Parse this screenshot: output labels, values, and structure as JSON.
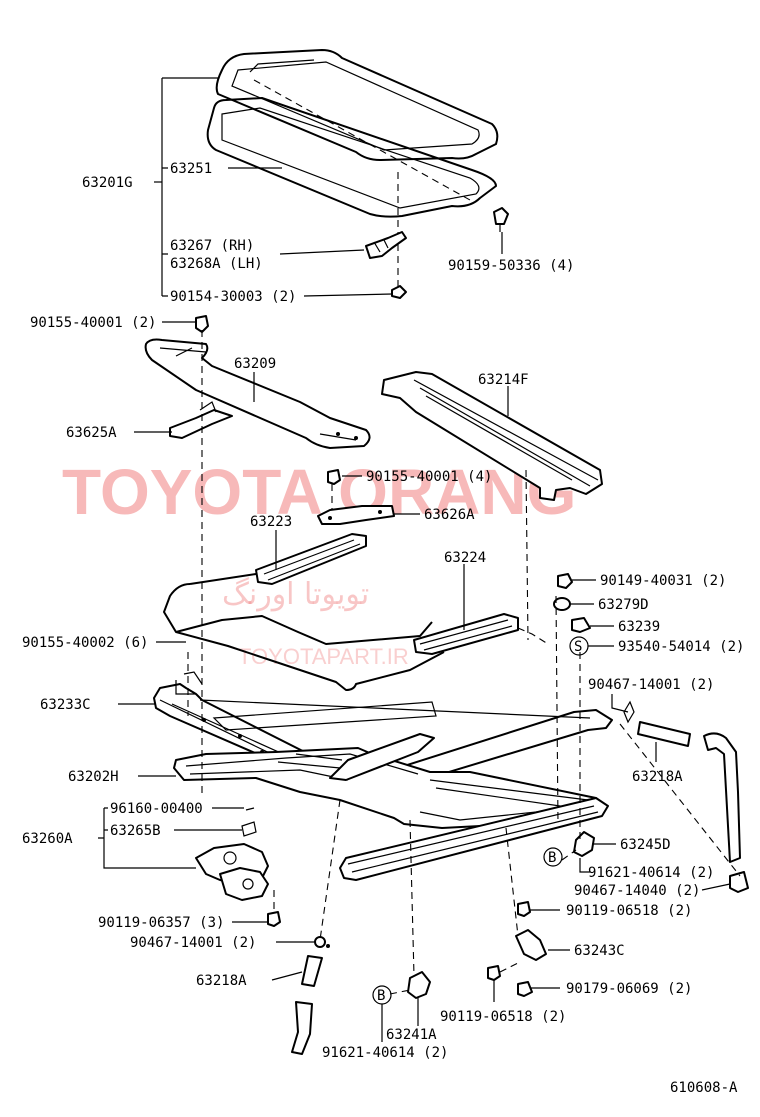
{
  "watermark": {
    "brand": "TOYOTA ORANG",
    "arabic": "تويوتا اورنگ",
    "site": "TOYOTAPART.IR"
  },
  "callouts": {
    "c63201G": "63201G",
    "c63251": "63251",
    "c63267": "63267 (RH)",
    "c63268A": "63268A (LH)",
    "c90154_30003": "90154-30003 (2)",
    "c90159_50336": "90159-50336 (4)",
    "c90155_40001_2": "90155-40001 (2)",
    "c63209": "63209",
    "c63625A": "63625A",
    "c63214F": "63214F",
    "c90155_40001_4": "90155-40001 (4)",
    "c63626A": "63626A",
    "c63223": "63223",
    "c63224": "63224",
    "c90149_40031": "90149-40031 (2)",
    "c63279D": "63279D",
    "c63239": "63239",
    "c93540_54014": "93540-54014 (2)",
    "c90155_40002": "90155-40002 (6)",
    "c90467_14001_top": "90467-14001 (2)",
    "c63233C": "63233C",
    "c63218A_right": "63218A",
    "c63202H": "63202H",
    "c96160_00400": "96160-00400",
    "c63260A": "63260A",
    "c63265B": "63265B",
    "c63245D": "63245D",
    "c91621_40614_right": "91621-40614 (2)",
    "c90467_14040": "90467-14040 (2)",
    "c90119_06357": "90119-06357 (3)",
    "c90119_06518_right": "90119-06518 (2)",
    "c90467_14001_bottom": "90467-14001 (2)",
    "c63243C": "63243C",
    "c63218A_left": "63218A",
    "c90179_06069": "90179-06069 (2)",
    "c63241A": "63241A",
    "c90119_06518_bottom": "90119-06518 (2)",
    "c91621_40614_bottom": "91621-40614 (2)",
    "c610608A": "610608-A"
  },
  "markers": {
    "s_marker": "S",
    "b_marker_right": "B",
    "b_marker_bottom": "B"
  }
}
